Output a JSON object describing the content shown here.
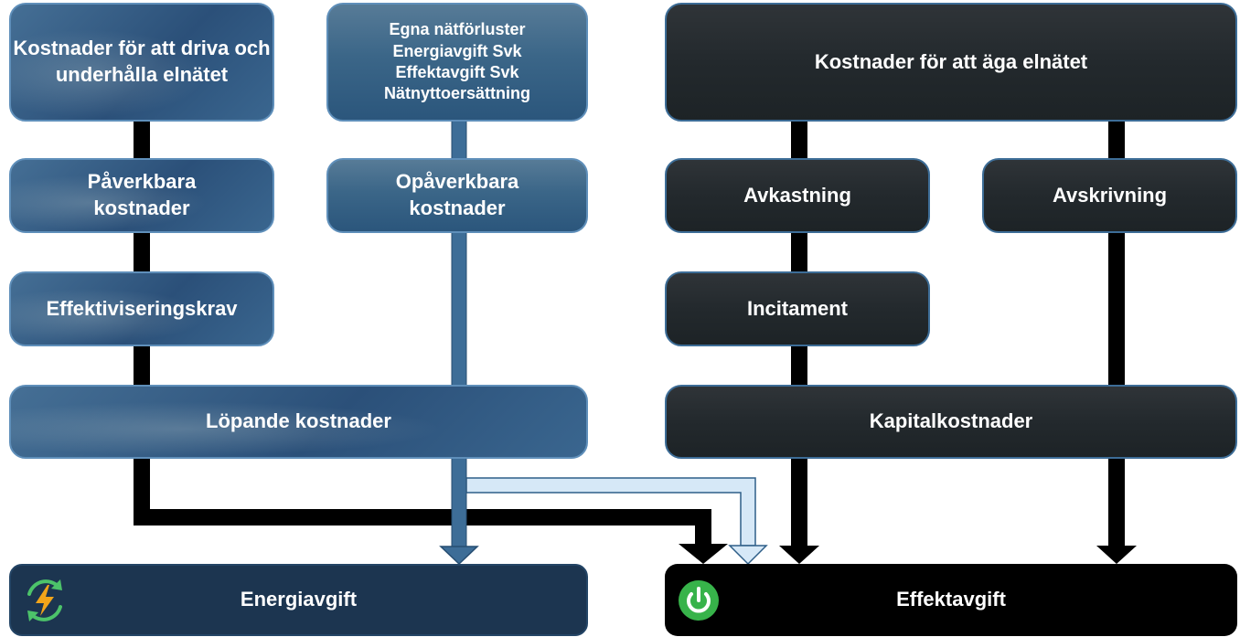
{
  "boxes": {
    "driva": "Kostnader för att driva och underhålla elnätet",
    "pass_through": [
      "Egna nätförluster",
      "Energiavgift Svk",
      "Effektavgift Svk",
      "Nätnyttoersättning"
    ],
    "paverkbara": "Påverkbara kostnader",
    "opaverkbara": "Opåverkbara kostnader",
    "effektivisering": "Effektiviseringskrav",
    "lopande": "Löpande kostnader",
    "aga": "Kostnader för att äga elnätet",
    "avkastning": "Avkastning",
    "avskrivning": "Avskrivning",
    "incitament": "Incitament",
    "kapital": "Kapitalkostnader",
    "energiavgift": "Energiavgift",
    "effektavgift": "Effektavgift"
  },
  "icons": {
    "energy": "lightning-refresh-icon",
    "power": "power-button-icon"
  },
  "colors": {
    "blue_box": "#2c5580",
    "dark_box": "#23292d",
    "navy_box": "#1c3550",
    "black_box": "#000000",
    "blue_arrow": "#3d6d97",
    "light_arrow": "#cfe3f5",
    "black_arrow": "#000000",
    "energy_icon": "#f2a51a",
    "energy_ring": "#4cc36a",
    "power_icon": "#37b34a"
  }
}
